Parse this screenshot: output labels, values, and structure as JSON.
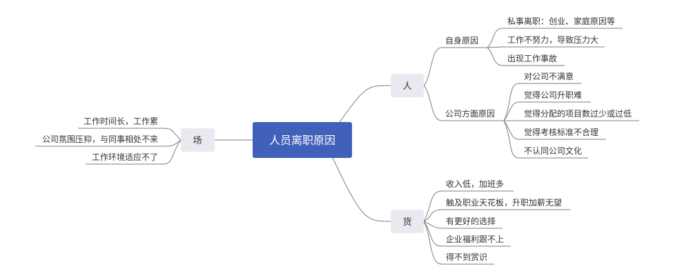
{
  "center": {
    "label": "人员离职原因",
    "color": "#4160b9"
  },
  "topics": {
    "person": {
      "label": "人",
      "groups": [
        {
          "label": "自身原因",
          "items": [
            "私事离职：创业、家庭原因等",
            "工作不努力，导致压力大",
            "出现工作事故"
          ]
        },
        {
          "label": "公司方面原因",
          "items": [
            "对公司不满意",
            "觉得公司升职难",
            "觉得分配的项目数过少或过低",
            "觉得考核标准不合理",
            "不认同公司文化"
          ]
        }
      ]
    },
    "venue": {
      "label": "场",
      "items": [
        "工作时间长，工作累",
        "公司氛围压抑，与同事相处不来",
        "工作环境适应不了"
      ]
    },
    "goods": {
      "label": "货",
      "items": [
        "收入低，加班多",
        "触及职业天花板，升职加薪无望",
        "有更好的选择",
        "企业福利跟不上",
        "得不到赏识"
      ]
    }
  },
  "colors": {
    "center_fill": "#4160b9",
    "topic_fill": "#e9e9ef",
    "line": "#7d7d7d",
    "text": "#333333"
  }
}
